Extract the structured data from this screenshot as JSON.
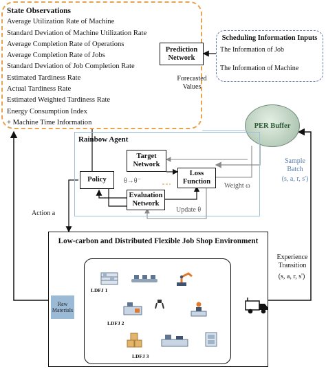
{
  "state_observations": {
    "title": "State Observations",
    "items": [
      "Average Utilization Rate of Machine",
      "Standard Deviation of Machine Utilization Rate",
      "Average Completion Rate of Operations",
      "Average Completion Rate of Jobs",
      "Standard Deviation of Job Completion Rate",
      "Estimated Tardiness Rate",
      "Actual Tardiness Rate",
      "Estimated Weighted Tardiness Rate",
      "Energy Consumption Index",
      "+ Machine Time Information"
    ]
  },
  "scheduling_inputs": {
    "title": "Scheduling Information Inputs",
    "items": [
      "The Information of Job",
      "The Information of Machine"
    ]
  },
  "prediction_network": "Prediction Network",
  "forecasted_values": "Forecasted Values",
  "per_buffer": "PER Buffer",
  "sample_batch": "Sample Batch",
  "sample_tuple": "(s, a, r, s')",
  "rainbow_agent": "Rainbow Agent",
  "target_network": "Target Network",
  "evaluation_network": "Evaluation Network",
  "loss_function": "Loss Function",
  "policy": "Policy",
  "theta_copy": "θ→θ⁻",
  "weight": "Weight ω",
  "update": "Update θ",
  "action": "Action a",
  "environment_title": "Low-carbon and Distributed Flexible Job Shop Environment",
  "raw_materials": "Raw Materials",
  "ldfj_labels": [
    "LDFJ 1",
    "LDFJ 2",
    "LDFJ 3"
  ],
  "experience_transition": "Experience Transition",
  "transition_tuple": "(s, a, r, s')",
  "icons": [
    "shelf-icon",
    "conveyor-icon",
    "robot-arm-icon",
    "truck-icon",
    "box-stack-icon",
    "machine-icon",
    "worker-icon",
    "gripper-icon"
  ],
  "colors": {
    "state_border": "#e7a24d",
    "sched_border": "#5b7fae",
    "rainbow_border": "#9ec1dc",
    "per_fill": "#bcd0bf",
    "raw_fill": "#9bbad6",
    "flow_orange": "#e39a3b",
    "flow_blue": "#5b7fae",
    "gray_arrow": "#8a8a8a"
  }
}
